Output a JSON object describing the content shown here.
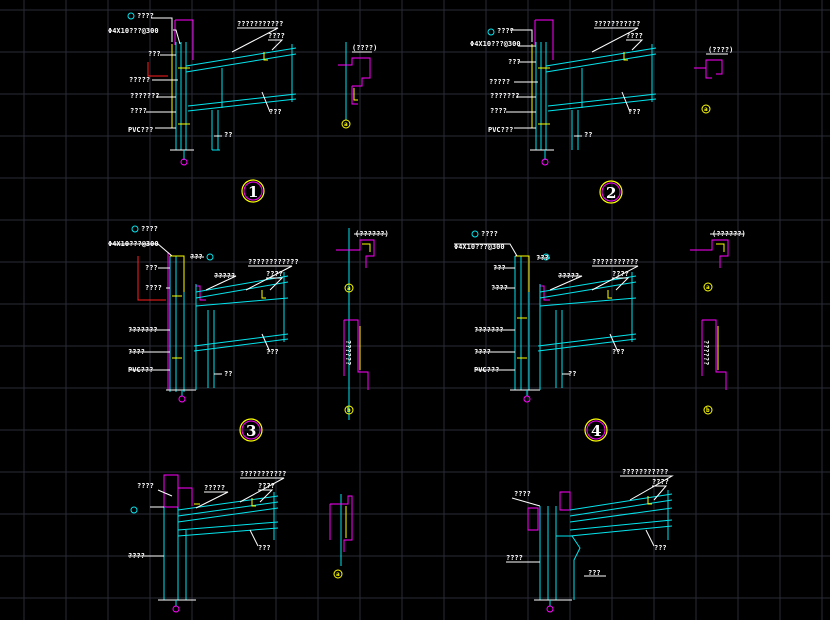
{
  "drawing": {
    "background": "#000000",
    "colors": {
      "primary": "#00e5ee",
      "label": "#ffffff",
      "accent": "#ff00ff",
      "highlight": "#ffff00"
    },
    "details": [
      {
        "number": "1",
        "callout": "a",
        "sub_note": "(????)",
        "labels": {
          "tag": "????",
          "bolt_spec": "Φ4X10???@300",
          "top_note": "???????????",
          "purlin": "????",
          "a": "???",
          "b": "?????",
          "c": "???????",
          "d": "????",
          "pvc": "PVC???",
          "bottom": "??",
          "beam": "???"
        }
      },
      {
        "number": "2",
        "callout": "a",
        "sub_note": "(????)",
        "labels": {
          "tag": "????",
          "bolt_spec": "Φ4X10???@300",
          "top_note": "???????????",
          "purlin": "????",
          "a": "???",
          "b": "?????",
          "c": "???????",
          "d": "????",
          "pvc": "PVC???",
          "bottom": "??",
          "beam": "???"
        }
      },
      {
        "number": "3",
        "callout_top": "a",
        "callout_bottom": "b",
        "sub_note": "(??????)",
        "labels": {
          "tag": "????",
          "bolt_spec": "Φ4X10???@300",
          "mark": "???",
          "gutter": "?????",
          "top_note": "????????????",
          "purlin": "????",
          "a": "???",
          "b": "????",
          "c": "???????",
          "d": "????",
          "pvc": "PVC???",
          "bottom": "??",
          "beam": "???",
          "vertical": "??????"
        }
      },
      {
        "number": "4",
        "callout_top": "a",
        "callout_bottom": "b",
        "sub_note": "(??????)",
        "labels": {
          "tag": "????",
          "bolt_spec": "Φ4X10???@300",
          "mark": "???",
          "gutter": "?????",
          "top_note": "???????????",
          "purlin": "????",
          "a": "???",
          "b": "????",
          "c": "???????",
          "d": "????",
          "pvc": "PVC???",
          "bottom": "??",
          "beam": "???",
          "vertical": "??????"
        }
      },
      {
        "callout": "a",
        "labels": {
          "tag": "????",
          "gutter": "?????",
          "top_note": "???????????",
          "purlin": "????",
          "beam": "???",
          "column": "????"
        }
      },
      {
        "labels": {
          "tag": "????",
          "top_note": "???????????",
          "purlin": "????",
          "beam": "???",
          "column": "????",
          "bottom": "???"
        }
      }
    ]
  }
}
